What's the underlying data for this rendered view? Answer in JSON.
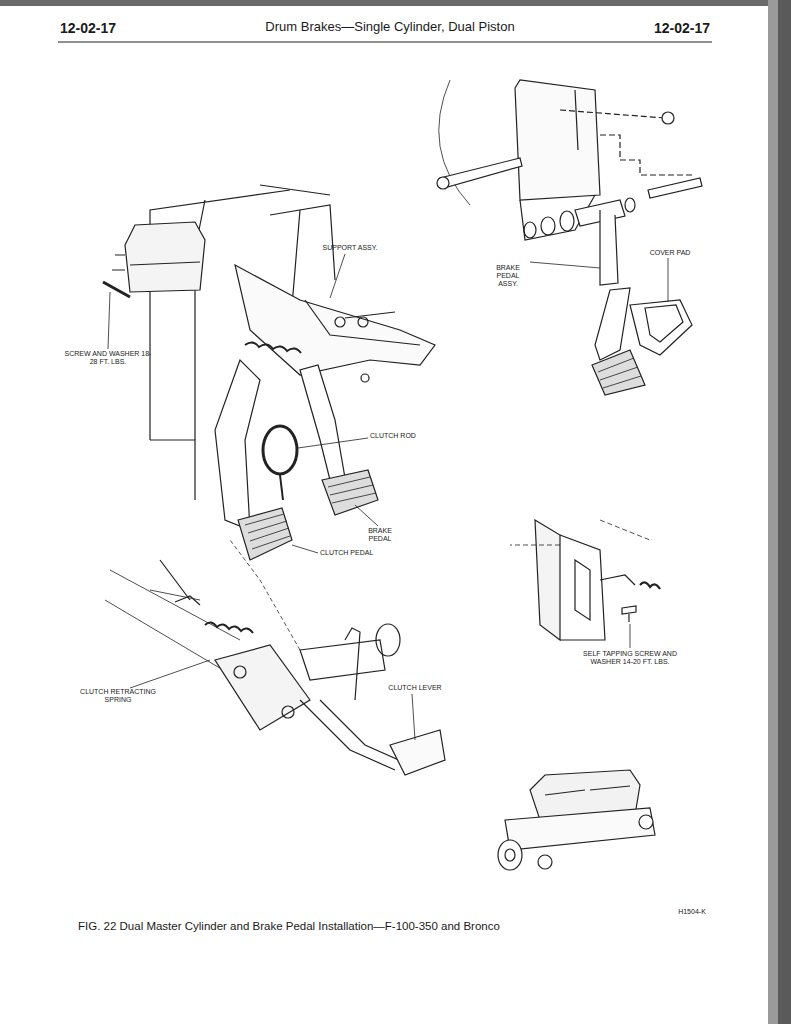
{
  "diagram": {
    "title": "Drum Brakes—Single Cylinder, Dual Piston",
    "caption": "FIG. 22 Dual Master Cylinder and Brake Pedal Installation—F-100-350 and Bronco",
    "labels": [
      "12-02-17",
      "12-02-17",
      "SUPPORT ASSY.",
      "SCREW AND WASHER 18-28 FT. LBS.",
      "BRAKE PEDAL ASSY.",
      "COVER PAD",
      "CLUTCH ROD",
      "BRAKE PEDAL",
      "CLUTCH PEDAL",
      "SELF TAPPING SCREW AND WASHER 14-20 FT. LBS.",
      "CLUTCH RETRACTING SPRING",
      "CLUTCH LEVER",
      "H1504-K"
    ]
  }
}
